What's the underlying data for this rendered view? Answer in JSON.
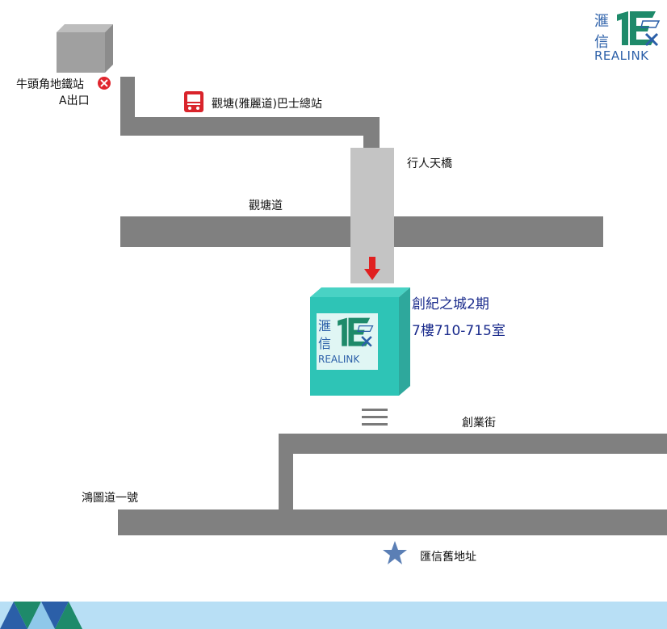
{
  "brand": {
    "chinese_line1": "滙",
    "chinese_line2": "信",
    "latin": "REALINK",
    "logo_color": "#1e8a6a",
    "logo_accent": "#2b5fa8"
  },
  "mtr": {
    "station_label": "牛頭角地鐵站",
    "exit_label": "A出口",
    "icon": "mtr-icon",
    "icon_color": "#e0262e"
  },
  "bus": {
    "label": "觀塘(雅麗道)巴士總站",
    "icon": "bus-icon",
    "icon_color": "#d9242b"
  },
  "footbridge": {
    "label": "行人天橋"
  },
  "roads": {
    "kwun_tong_road": "觀塘道",
    "chong_yip_street": "創業街",
    "hung_to_road": "鴻圖道一號"
  },
  "destination": {
    "building_name": "創紀之城2期",
    "unit": "7樓710-715室",
    "logo_cn1": "滙",
    "logo_cn2": "信",
    "logo_en": "REALINK",
    "cube_color": "#2ec4b6",
    "arrow_color": "#e02020"
  },
  "old_address": {
    "label": "匯信舊地址",
    "icon": "star-icon",
    "icon_color": "#5b7fb5"
  },
  "footer": {
    "bar_color": "#b8dff5"
  }
}
